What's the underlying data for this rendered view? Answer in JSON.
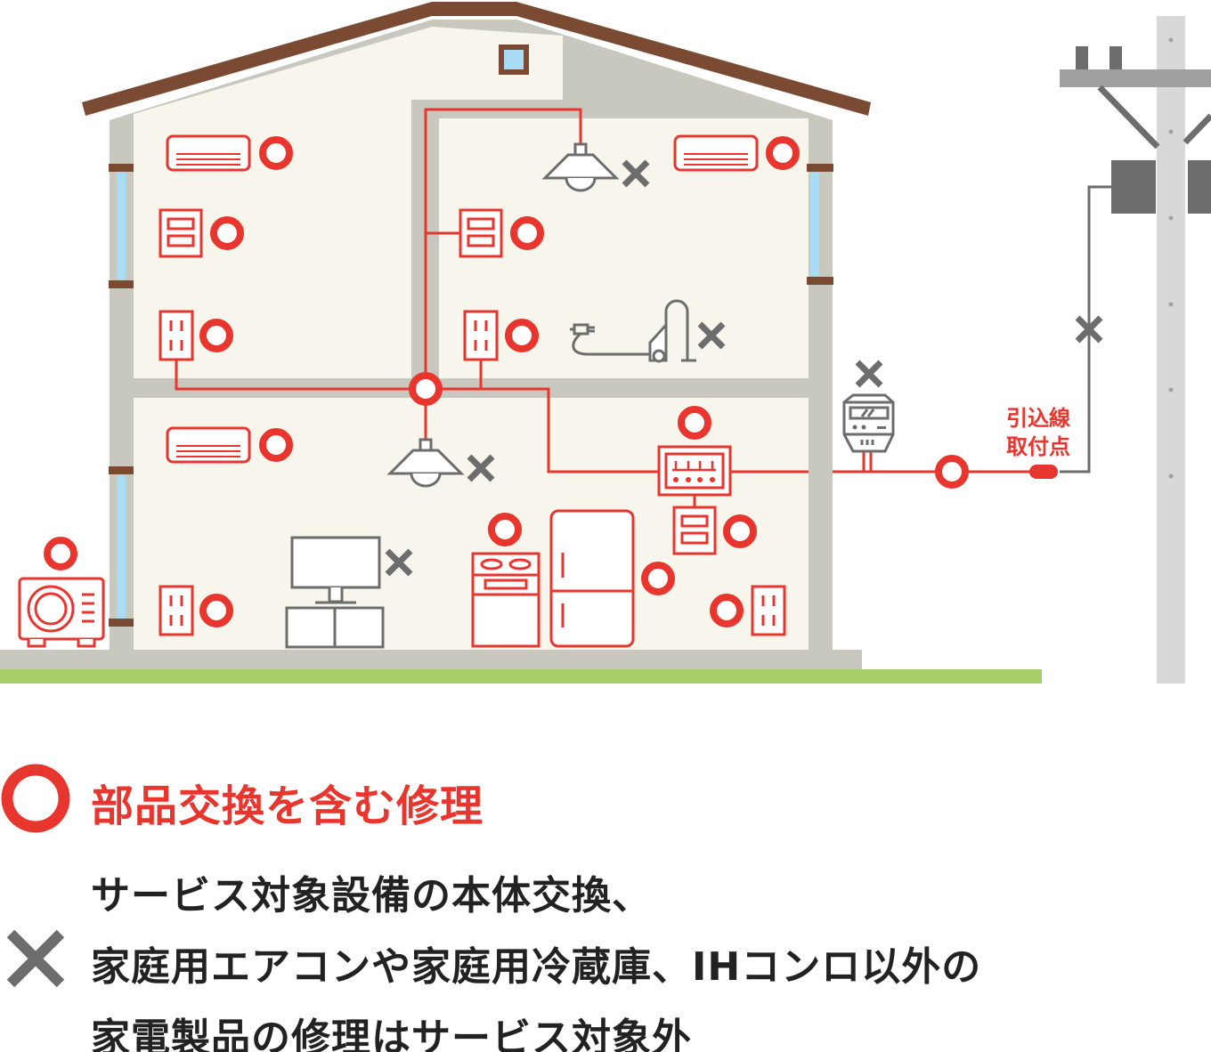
{
  "diagram": {
    "drop_point_label_line1": "引込線",
    "drop_point_label_line2": "取付点",
    "colors": {
      "covered": "#e8352e",
      "not_covered": "#6d6d6d",
      "wall": "#c8c8be",
      "interior": "#f8f6ec",
      "roof": "#7a4a32",
      "ground": "#a8d06a"
    }
  },
  "legend": {
    "covered_icon": "circle-icon",
    "covered_text": "部品交換を含む修理",
    "not_covered_icon": "cross-icon",
    "not_covered_lines": [
      "サービス対象設備の本体交換、",
      "家庭用エアコンや家庭用冷蔵庫、IHコンロ以外の",
      "家電製品の修理はサービス対象外"
    ]
  }
}
